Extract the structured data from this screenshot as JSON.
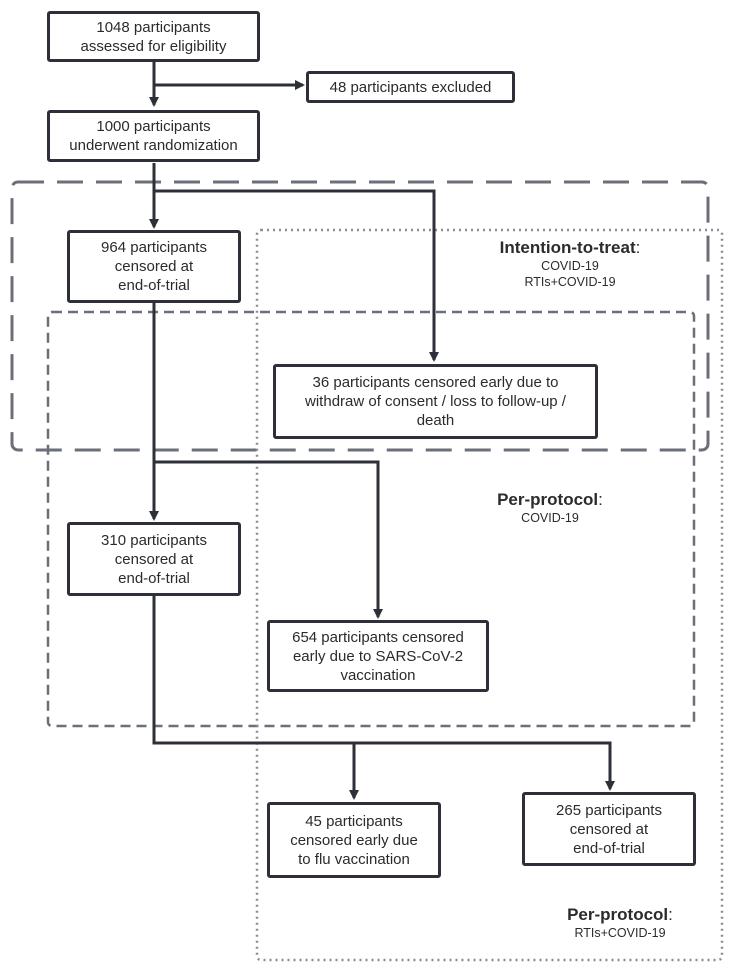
{
  "boxes": {
    "assessed": "1048 participants\nassessed for eligibility",
    "excluded": "48 participants excluded",
    "randomized": "1000 participants\nunderwent randomization",
    "itt_end": "964 participants\ncensored at\nend-of-trial",
    "itt_early": "36 participants  censored early due to\nwithdraw of consent / loss to follow-up /\ndeath",
    "pp_end": "310 participants\ncensored at\nend-of-trial",
    "pp_early": "654 participants  censored\nearly due to SARS-CoV-2\nvaccination",
    "flu_early": "45 participants\ncensored early due\nto flu vaccination",
    "final_end": "265 participants\ncensored at\nend-of-trial"
  },
  "regions": {
    "itt": {
      "title": "Intention-to-treat",
      "colon": ":",
      "outcomes": "COVID-19\nRTIs+COVID-19"
    },
    "pp_covid": {
      "title": "Per-protocol",
      "colon": ":",
      "outcomes": "COVID-19"
    },
    "pp_rti": {
      "title": "Per-protocol",
      "colon": ":",
      "outcomes": "RTIs+COVID-19"
    }
  },
  "colors": {
    "box_border": "#2d3038",
    "arrow": "#2d3038",
    "dashed_region": "#6b6f7a",
    "dotted_region": "#8a8d96"
  }
}
